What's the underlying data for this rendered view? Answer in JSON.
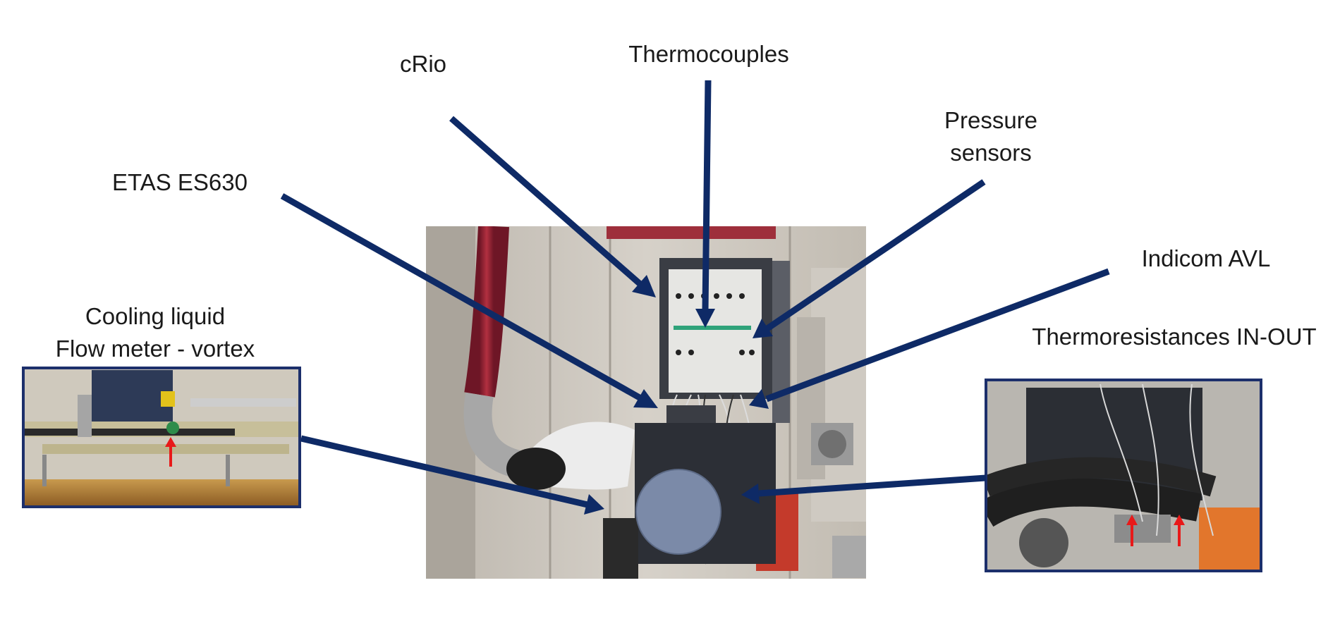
{
  "labels": {
    "crio": "cRio",
    "thermocouples": "Thermocouples",
    "pressure_line1": "Pressure",
    "pressure_line2": "sensors",
    "etas": "ETAS ES630",
    "indicom": "Indicom AVL",
    "cooling_line1": "Cooling liquid",
    "cooling_line2": "Flow meter - vortex",
    "thermoresistances": "Thermoresistances IN-OUT"
  },
  "colors": {
    "arrow": "#0e2a66",
    "inset_border": "#1c2f6b",
    "marker": "#e81919",
    "mask_circle": "#7b8aa8"
  }
}
